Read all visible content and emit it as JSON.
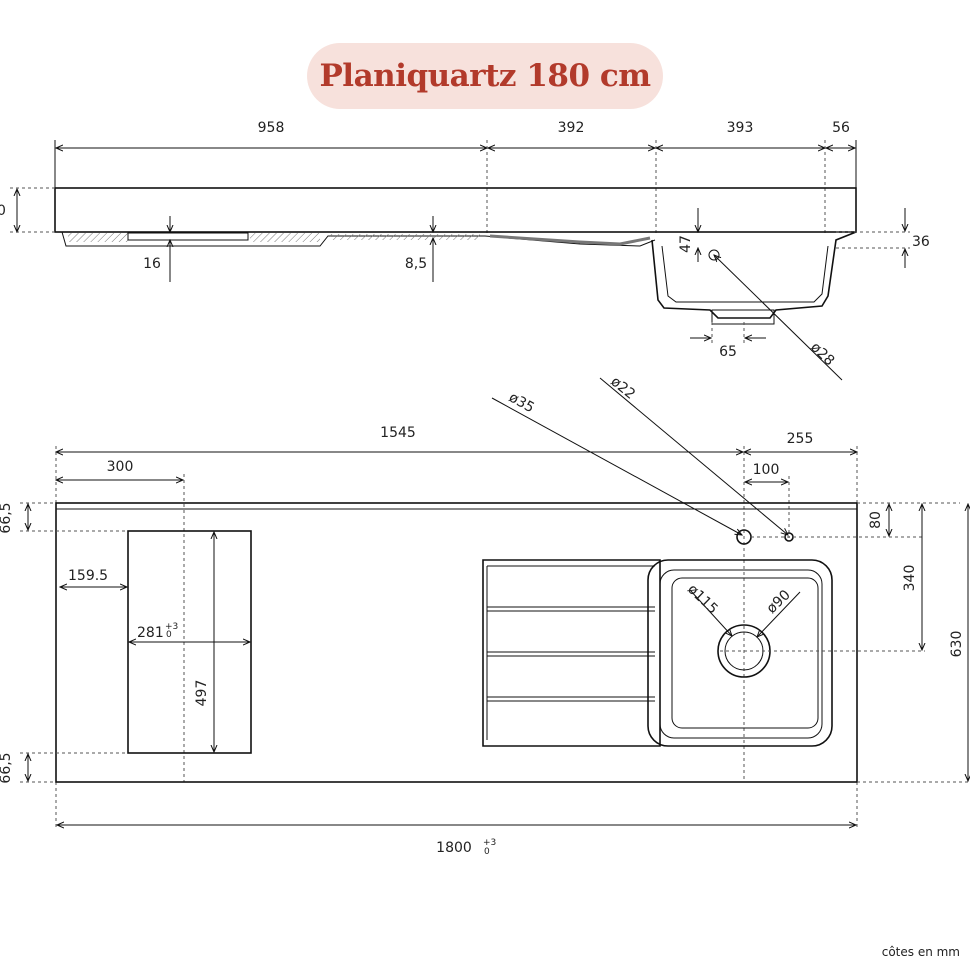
{
  "title": "Planiquartz 180 cm",
  "unit_note": "côtes en mm",
  "side_view": {
    "dims": {
      "top_958": "958",
      "top_392": "392",
      "top_393": "393",
      "top_56": "56",
      "left_cut": "0",
      "d16": "16",
      "d8_5": "8,5",
      "d47": "47",
      "d36": "36",
      "d65": "65",
      "d28": "ø28"
    }
  },
  "top_view": {
    "dims": {
      "d1545": "1545",
      "d255": "255",
      "d300": "300",
      "d100": "100",
      "d35": "ø35",
      "d22": "ø22",
      "d66_top": "66,5",
      "d66_bot": "66,5",
      "d80": "80",
      "d340": "340",
      "d630": "630",
      "d159_5": "159.5",
      "d281": "281",
      "d281_tol_up": "+3",
      "d281_tol_dn": "0",
      "d497": "497",
      "d115": "ø115",
      "d90": "ø90",
      "d1800": "1800",
      "d1800_tol_up": "+3",
      "d1800_tol_dn": "0"
    }
  }
}
